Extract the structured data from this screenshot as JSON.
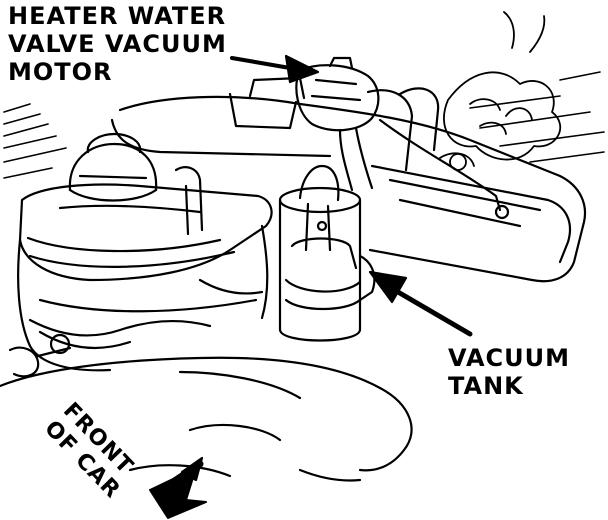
{
  "labels": {
    "heater_motor": [
      "HEATER WATER",
      "VALVE VACUUM",
      "MOTOR"
    ],
    "vacuum_tank": [
      "VACUUM",
      "TANK"
    ],
    "front_of_car": [
      "FRONT",
      "OF CAR"
    ]
  },
  "colors": {
    "ink": "#000000",
    "paper": "#ffffff"
  }
}
